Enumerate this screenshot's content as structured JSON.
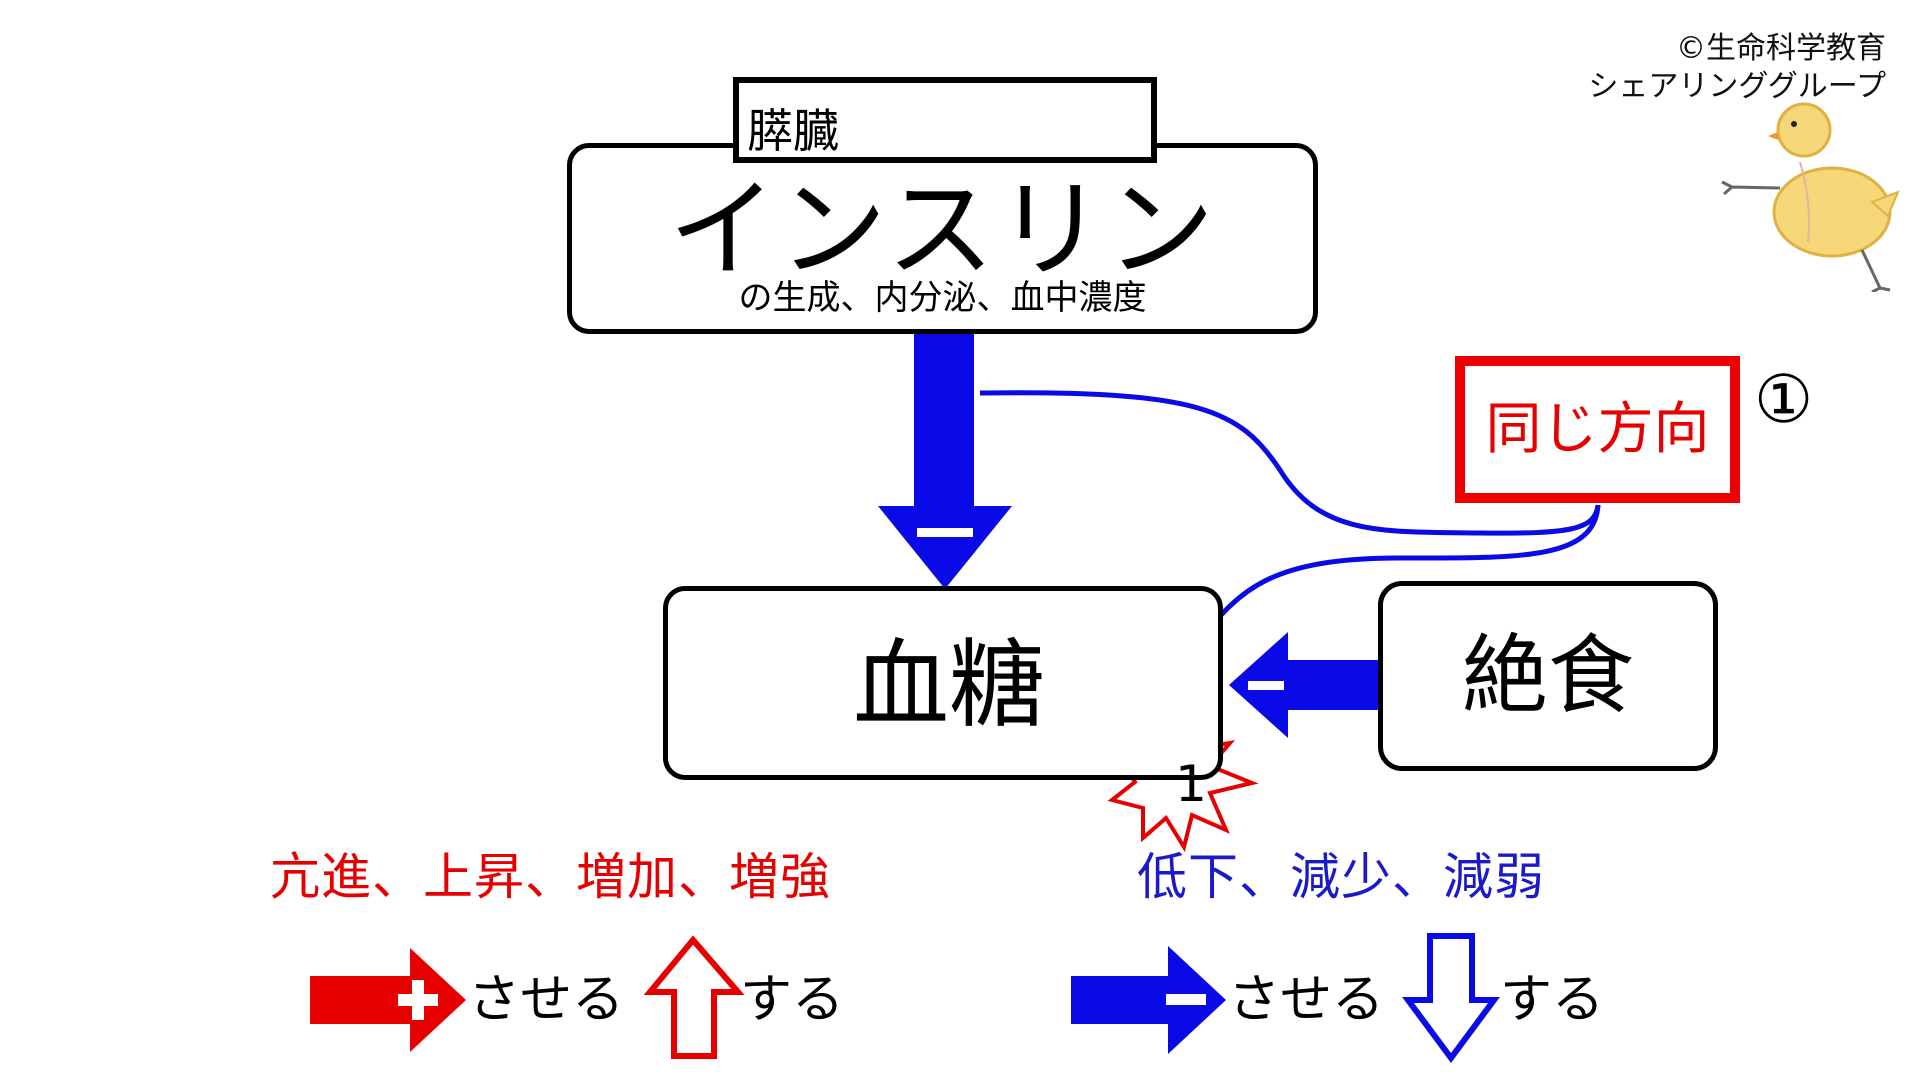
{
  "copyright": {
    "line1": "©生命科学教育",
    "line2": "シェアリンググループ"
  },
  "organ": {
    "label": "膵臓"
  },
  "insulin": {
    "title": "インスリン",
    "subtitle": "の生成、内分泌、血中濃度"
  },
  "glucose": {
    "label": "血糖"
  },
  "fasting": {
    "label": "絶食"
  },
  "callout": {
    "label": "同じ方向",
    "number": "①"
  },
  "star": {
    "number": "1"
  },
  "legend": {
    "red_terms": "亢進、上昇、増加、増強",
    "blue_terms": "低下、減少、減弱",
    "red_causative": "させる",
    "red_verb": "する",
    "blue_causative": "させる",
    "blue_verb": "する"
  },
  "colors": {
    "red": "#e60000",
    "blue": "#0a0ae6",
    "black": "#000000"
  },
  "icons": {
    "decoration": "chick-drawing-icon",
    "plus": "plus-sign-icon",
    "minus": "minus-sign-icon",
    "up_arrow": "hollow-up-arrow-icon",
    "down_arrow": "hollow-down-arrow-icon",
    "star": "burst-star-icon"
  }
}
